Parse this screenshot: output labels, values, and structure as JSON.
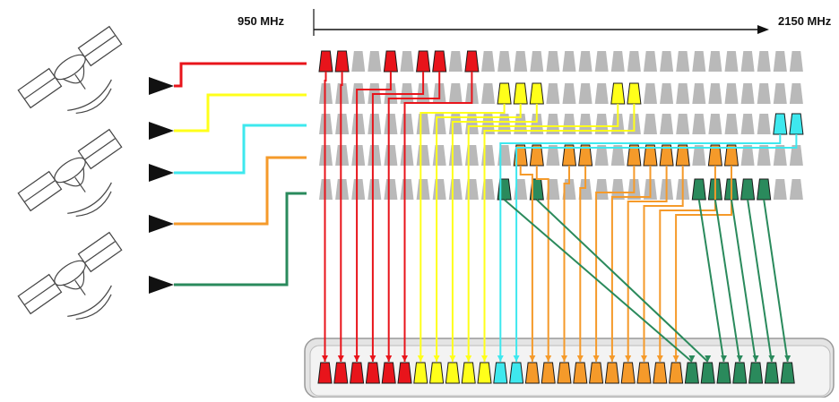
{
  "labels": {
    "start_freq": "950 MHz",
    "end_freq": "2150 MHz"
  },
  "colors": {
    "red": "#e8141b",
    "yellow": "#ffff1a",
    "cyan": "#3ee8ee",
    "orange": "#f59a2a",
    "green": "#2a8a5c",
    "slot_gray": "#b9b9b9",
    "outline": "#1a1a1a"
  },
  "satellites": 3,
  "feeds": [
    "red",
    "yellow",
    "cyan",
    "orange",
    "green"
  ],
  "input_bands": [
    {
      "color": "red",
      "active_slots": [
        0,
        1,
        4,
        6,
        7,
        9
      ]
    },
    {
      "color": "yellow",
      "active_slots": [
        11,
        12,
        13,
        18,
        19
      ]
    },
    {
      "color": "cyan",
      "active_slots": [
        28,
        29
      ]
    },
    {
      "color": "orange",
      "active_slots": [
        12,
        13,
        15,
        16,
        19,
        20,
        21,
        22,
        24,
        25
      ]
    },
    {
      "color": "green",
      "active_slots": [
        11,
        13,
        23,
        24,
        25,
        26,
        27
      ]
    }
  ],
  "output_band": {
    "slots": [
      "red",
      "red",
      "red",
      "red",
      "red",
      "red",
      "yellow",
      "yellow",
      "yellow",
      "yellow",
      "yellow",
      "cyan",
      "cyan",
      "orange",
      "orange",
      "orange",
      "orange",
      "orange",
      "orange",
      "orange",
      "orange",
      "orange",
      "orange",
      "green",
      "green",
      "green",
      "green",
      "green",
      "green",
      "green"
    ]
  }
}
